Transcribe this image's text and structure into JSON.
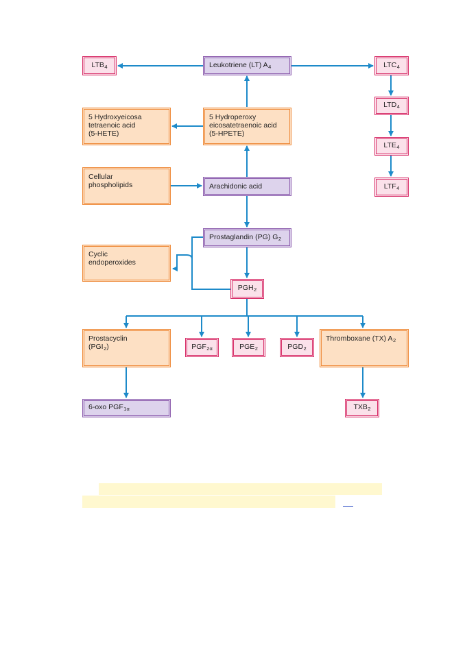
{
  "colors": {
    "arrow": "#1d8ac9",
    "orange_fill": "#fde0c4",
    "orange_border": "#ee8a3a",
    "purple_fill": "#ddd3ec",
    "purple_border": "#8e5fae",
    "pink_fill": "#fbe1ea",
    "pink_border": "#d8326b",
    "caption_highlight": "#fff8cf"
  },
  "nodes": {
    "ltb4": {
      "base": "LTB",
      "sub": "4"
    },
    "lta4": {
      "base": "Leukotriene (LT) A",
      "sub": "4"
    },
    "ltc4": {
      "base": "LTC",
      "sub": "4"
    },
    "ltd4": {
      "base": "LTD",
      "sub": "4"
    },
    "lte4": {
      "base": "LTE",
      "sub": "4"
    },
    "ltf4": {
      "base": "LTF",
      "sub": "4"
    },
    "hete": {
      "text": "5 Hydroxyeicosa\ntetraenoic acid\n(5-HETE)"
    },
    "hpete": {
      "text": "5 Hydroperoxy\neicosatetraenoic acid\n(5-HPETE)"
    },
    "phospholipids": {
      "text": "Cellular\nphospholipids"
    },
    "arachidonic": {
      "text": "Arachidonic acid"
    },
    "pgg2": {
      "base": "Prostaglandin (PG) G",
      "sub": "2"
    },
    "cyclic": {
      "text": "Cyclic\nendoperoxides"
    },
    "pgh2": {
      "base": "PGH",
      "sub": "2"
    },
    "prostacyclin": {
      "line1": "Prostacyclin",
      "line2_base": "(PGI",
      "line2_sub": "2",
      "line2_tail": ")"
    },
    "pgf2a": {
      "base": "PGF",
      "sub": "2α"
    },
    "pge2": {
      "base": "PGE",
      "sub": "2"
    },
    "pgd2": {
      "base": "PGD",
      "sub": "2"
    },
    "txa2": {
      "base": "Thromboxane (TX) A",
      "sub": "2"
    },
    "oxo": {
      "base": "6-oxo PGF",
      "sub": "1α"
    },
    "txb2": {
      "base": "TXB",
      "sub": "2"
    }
  }
}
